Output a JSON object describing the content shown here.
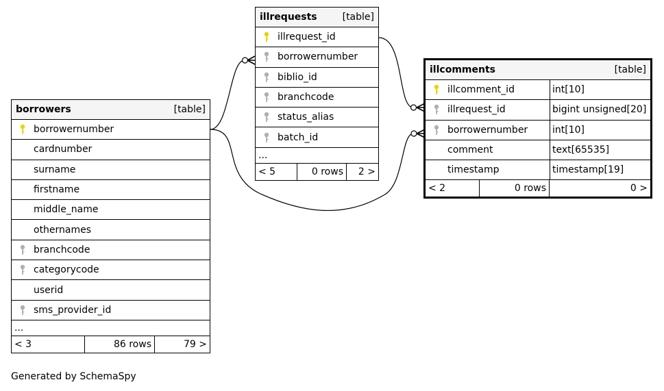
{
  "colors": {
    "primary_key": "#e6d500",
    "foreign_key": "#b0b0b0",
    "header_bg": "#f5f5f5"
  },
  "tables": {
    "borrowers": {
      "name": "borrowers",
      "kind": "[table]",
      "columns": [
        {
          "name": "borrowernumber",
          "key": "primary"
        },
        {
          "name": "cardnumber",
          "key": "none"
        },
        {
          "name": "surname",
          "key": "none"
        },
        {
          "name": "firstname",
          "key": "none"
        },
        {
          "name": "middle_name",
          "key": "none"
        },
        {
          "name": "othernames",
          "key": "none"
        },
        {
          "name": "branchcode",
          "key": "foreign"
        },
        {
          "name": "categorycode",
          "key": "foreign"
        },
        {
          "name": "userid",
          "key": "none"
        },
        {
          "name": "sms_provider_id",
          "key": "foreign"
        }
      ],
      "more": "...",
      "footer": {
        "parents": "< 3",
        "rows": "86 rows",
        "children": "79 >"
      }
    },
    "illrequests": {
      "name": "illrequests",
      "kind": "[table]",
      "columns": [
        {
          "name": "illrequest_id",
          "key": "primary"
        },
        {
          "name": "borrowernumber",
          "key": "foreign"
        },
        {
          "name": "biblio_id",
          "key": "foreign"
        },
        {
          "name": "branchcode",
          "key": "foreign"
        },
        {
          "name": "status_alias",
          "key": "foreign"
        },
        {
          "name": "batch_id",
          "key": "foreign"
        }
      ],
      "more": "...",
      "footer": {
        "parents": "< 5",
        "rows": "0 rows",
        "children": "2 >"
      }
    },
    "illcomments": {
      "name": "illcomments",
      "kind": "[table]",
      "columns": [
        {
          "name": "illcomment_id",
          "type": "int[10]",
          "key": "primary"
        },
        {
          "name": "illrequest_id",
          "type": "bigint unsigned[20]",
          "key": "foreign"
        },
        {
          "name": "borrowernumber",
          "type": "int[10]",
          "key": "foreign"
        },
        {
          "name": "comment",
          "type": "text[65535]",
          "key": "none"
        },
        {
          "name": "timestamp",
          "type": "timestamp[19]",
          "key": "none"
        }
      ],
      "footer": {
        "parents": "< 2",
        "rows": "0 rows",
        "children": "0 >"
      }
    }
  },
  "relationships": [
    {
      "from": "borrowers.borrowernumber",
      "to": "illrequests.borrowernumber"
    },
    {
      "from": "illrequests.illrequest_id",
      "to": "illcomments.illrequest_id"
    },
    {
      "from": "borrowers.borrowernumber",
      "to": "illcomments.borrowernumber"
    }
  ],
  "footer_note": "Generated by SchemaSpy"
}
